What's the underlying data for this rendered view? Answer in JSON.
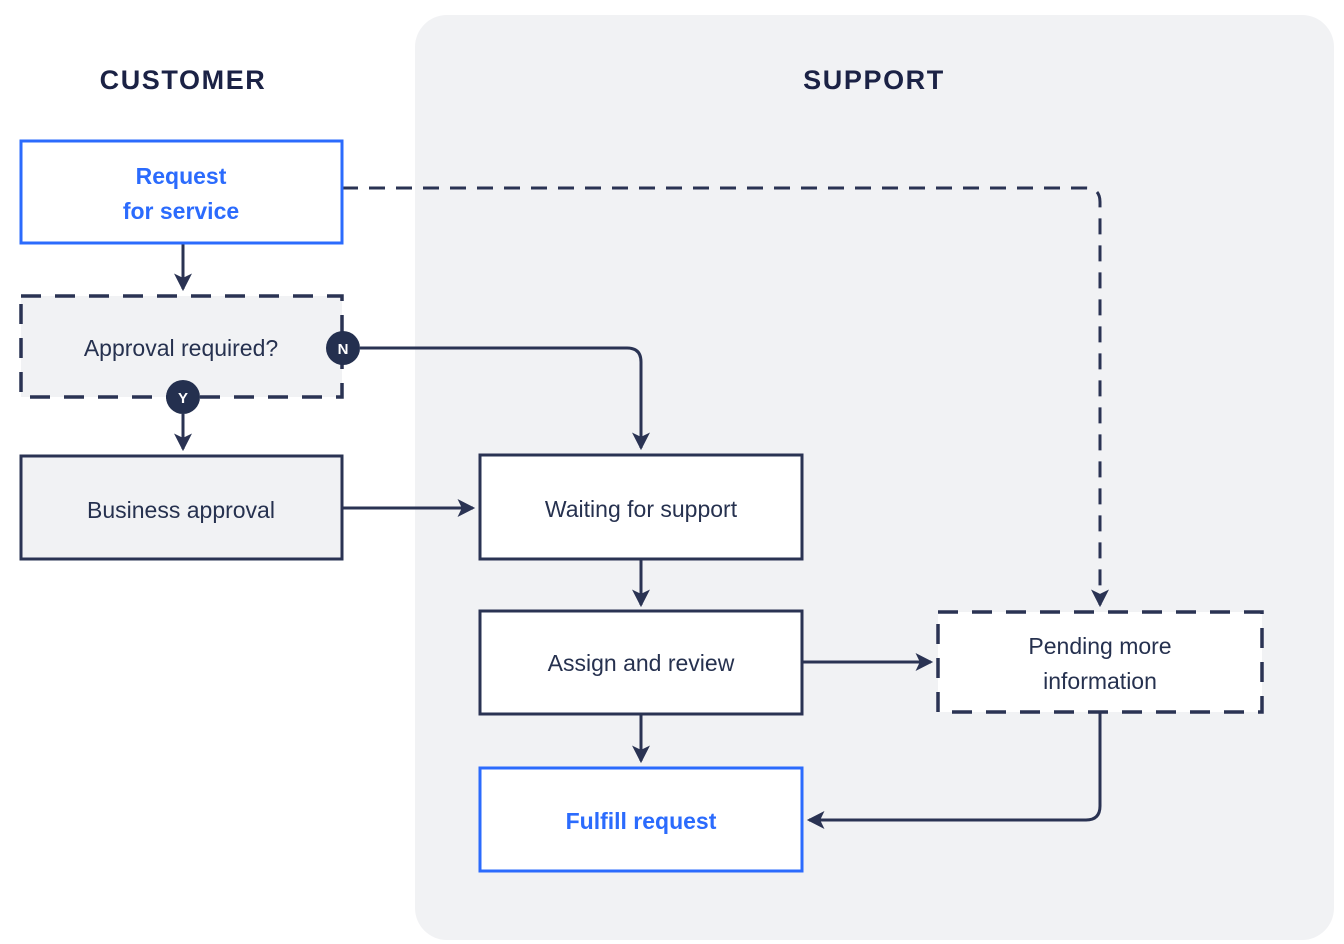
{
  "diagram": {
    "title_hidden": "",
    "background": "#ffffff",
    "colors": {
      "panel_fill": "#f1f2f4",
      "ink": "#2a3353",
      "accent_blue": "#2b6bfd",
      "node_fill_gray": "#f1f2f4",
      "node_fill_white": "#ffffff",
      "badge_fill": "#24304f",
      "badge_text": "#ffffff"
    },
    "lanes": [
      {
        "id": "customer",
        "label": "CUSTOMER"
      },
      {
        "id": "support",
        "label": "SUPPORT"
      }
    ],
    "nodes": [
      {
        "id": "request-for-service",
        "label": "Request\nfor service",
        "line1": "Request",
        "line2": "for service",
        "style": "solid-accent",
        "lane": "customer"
      },
      {
        "id": "approval-required",
        "label": "Approval required?",
        "line1": "Approval required?",
        "line2": "",
        "style": "dashed-gray",
        "lane": "customer"
      },
      {
        "id": "business-approval",
        "label": "Business approval",
        "line1": "Business approval",
        "line2": "",
        "style": "solid-gray",
        "lane": "customer"
      },
      {
        "id": "waiting-for-support",
        "label": "Waiting for support",
        "line1": "Waiting for support",
        "line2": "",
        "style": "solid-white",
        "lane": "support"
      },
      {
        "id": "assign-and-review",
        "label": "Assign and review",
        "line1": "Assign and review",
        "line2": "",
        "style": "solid-white",
        "lane": "support"
      },
      {
        "id": "pending-more-information",
        "label": "Pending more information",
        "line1": "Pending more",
        "line2": "information",
        "style": "dashed-white",
        "lane": "support"
      },
      {
        "id": "fulfill-request",
        "label": "Fulfill request",
        "line1": "Fulfill request",
        "line2": "",
        "style": "solid-accent",
        "lane": "support"
      }
    ],
    "badges": [
      {
        "id": "branch-no",
        "label": "N",
        "from": "approval-required",
        "to": "waiting-for-support"
      },
      {
        "id": "branch-yes",
        "label": "Y",
        "from": "approval-required",
        "to": "business-approval"
      }
    ],
    "edges": [
      {
        "id": "edge-request-to-approval",
        "from": "request-for-service",
        "to": "approval-required",
        "style": "solid"
      },
      {
        "id": "edge-approval-no-to-waiting",
        "from": "approval-required",
        "to": "waiting-for-support",
        "style": "solid",
        "badge": "N"
      },
      {
        "id": "edge-approval-yes-to-business",
        "from": "approval-required",
        "to": "business-approval",
        "style": "solid",
        "badge": "Y"
      },
      {
        "id": "edge-business-to-waiting",
        "from": "business-approval",
        "to": "waiting-for-support",
        "style": "solid"
      },
      {
        "id": "edge-waiting-to-assign",
        "from": "waiting-for-support",
        "to": "assign-and-review",
        "style": "solid"
      },
      {
        "id": "edge-assign-to-pending",
        "from": "assign-and-review",
        "to": "pending-more-information",
        "style": "solid"
      },
      {
        "id": "edge-assign-to-fulfill",
        "from": "assign-and-review",
        "to": "fulfill-request",
        "style": "solid"
      },
      {
        "id": "edge-request-to-pending",
        "from": "request-for-service",
        "to": "pending-more-information",
        "style": "dashed"
      },
      {
        "id": "edge-pending-to-fulfill",
        "from": "pending-more-information",
        "to": "fulfill-request",
        "style": "solid"
      }
    ]
  }
}
